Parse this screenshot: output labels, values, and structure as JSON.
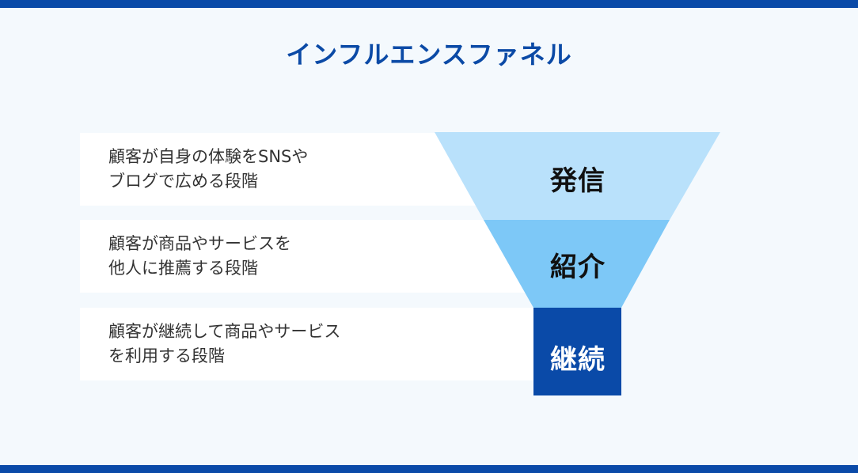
{
  "title": "インフルエンスファネル",
  "colors": {
    "accent": "#0a4aa8",
    "stage1": "#b9e1fb",
    "stage2": "#7dc8f7",
    "stage3": "#0a4aa8"
  },
  "stages": [
    {
      "label": "発信",
      "description": "顧客が自身の体験をSNSや\nブログで広める段階"
    },
    {
      "label": "紹介",
      "description": "顧客が商品やサービスを\n他人に推薦する段階"
    },
    {
      "label": "継続",
      "description": "顧客が継続して商品やサービス\nを利用する段階"
    }
  ]
}
